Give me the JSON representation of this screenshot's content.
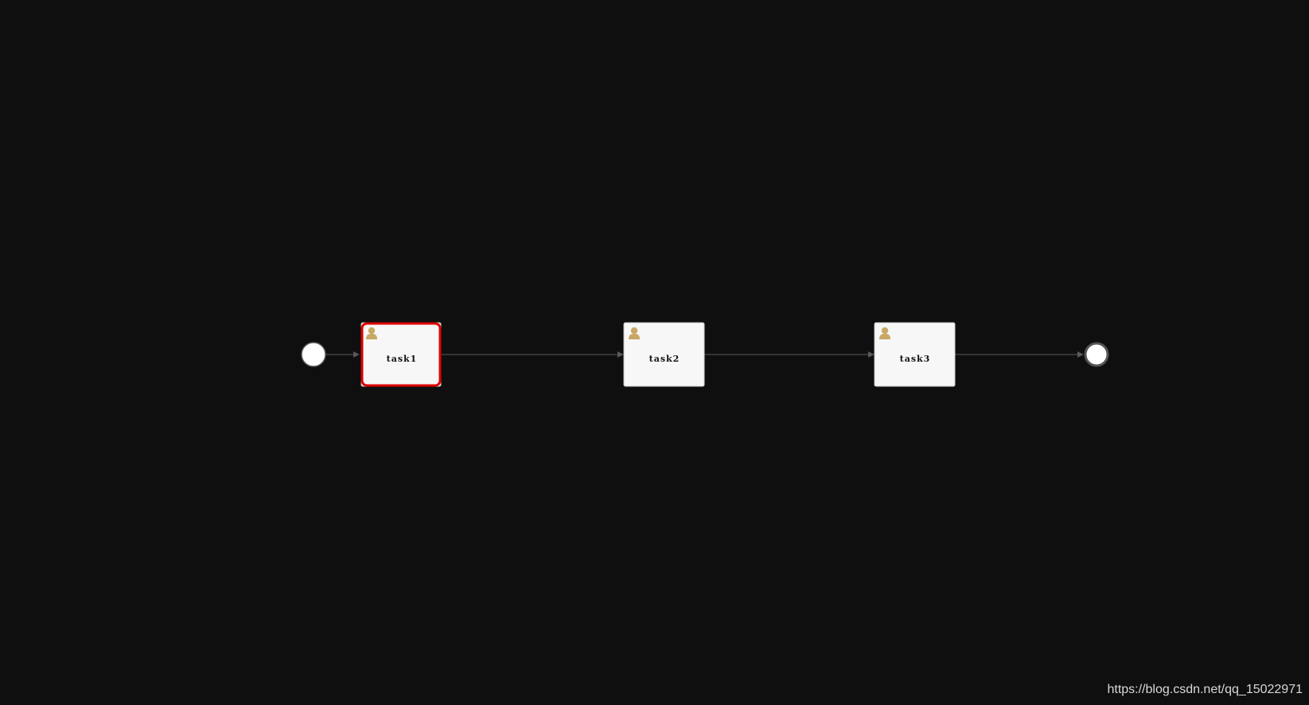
{
  "diagram": {
    "tasks": [
      {
        "label": "task1",
        "active": true
      },
      {
        "label": "task2",
        "active": false
      },
      {
        "label": "task3",
        "active": false
      }
    ],
    "colors": {
      "background": "#0f0f0f",
      "task_fill": "#f7f7f7",
      "task_border": "#c8c8c8",
      "active_border": "#e00000",
      "flow_line": "#5a5a5a",
      "start_event_stroke": "#5a5a5a",
      "end_event_stroke": "#555555",
      "user_icon": "#c9a865"
    },
    "icon": "user-task-icon"
  },
  "watermark": "https://blog.csdn.net/qq_15022971"
}
